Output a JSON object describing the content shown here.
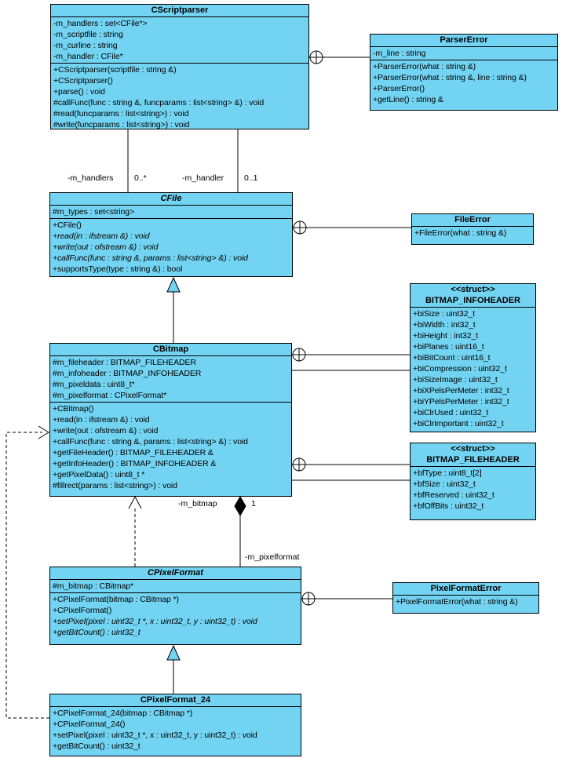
{
  "colors": {
    "box_fill": "#72D4F2",
    "line": "#000000",
    "background": "#FFFFFF"
  },
  "classes": {
    "cscriptparser": {
      "name": "CScriptparser",
      "attributes": [
        "-m_handlers : set<CFile*>",
        "-m_scriptfile : string",
        "-m_curline : string",
        "-m_handler : CFile*"
      ],
      "methods": [
        "+CScriptparser(scriptfile : string &)",
        "+CScriptparser()",
        "+parse() : void",
        "#callFunc(func : string &, funcparams : list<string> &) : void",
        "#read(funcparams : list<string>) : void",
        "#write(funcparams : list<string>) : void"
      ]
    },
    "parsererror": {
      "name": "ParserError",
      "attributes": [
        "-m_line : string"
      ],
      "methods": [
        "+ParserError(what : string &)",
        "+ParserError(what : string &, line : string &)",
        "+ParserError()",
        "+getLine() : string &"
      ]
    },
    "cfile": {
      "name": "CFile",
      "attributes": [
        "#m_types : set<string>"
      ],
      "methods": [
        "+CFile()",
        "+read(in : ifstream &) : void",
        "+write(out : ofstream &) : void",
        "+callFunc(func : string &, params : list<string> &) : void",
        "+supportsType(type : string &) : bool"
      ]
    },
    "fileerror": {
      "name": "FileError",
      "methods": [
        "+FileError(what : string &)"
      ]
    },
    "cbitmap": {
      "name": "CBitmap",
      "attributes": [
        "#m_fileheader : BITMAP_FILEHEADER",
        "#m_infoheader : BITMAP_INFOHEADER",
        "#m_pixeldata : uint8_t*",
        "#m_pixelformat : CPixelFormat*"
      ],
      "methods": [
        "+CBitmap()",
        "+read(in : ifstream &) : void",
        "+write(out : ofstream &) : void",
        "+callFunc(func : string &, params : list<string> &) : void",
        "+getFileHeader() : BITMAP_FILEHEADER &",
        "+getInfoHeader() : BITMAP_INFOHEADER &",
        "+getPixelData() : uint8_t *",
        "#fillrect(params : list<string>) : void"
      ]
    },
    "infoheader": {
      "stereotype": "<<struct>>",
      "name": "BITMAP_INFOHEADER",
      "attributes": [
        "+biSize : uint32_t",
        "+biWidth : int32_t",
        "+biHeight : int32_t",
        "+biPlanes : uint16_t",
        "+biBitCount : uint16_t",
        "+biCompression : uint32_t",
        "+biSizeImage : uint32_t",
        "+biXPelsPerMeter : int32_t",
        "+biYPelsPerMeter : int32_t",
        "+biClrUsed : uint32_t",
        "+biClrImportant : uint32_t"
      ]
    },
    "fileheader": {
      "stereotype": "<<struct>>",
      "name": "BITMAP_FILEHEADER",
      "attributes": [
        "+bfType : uint8_t[2]",
        "+bfSize : uint32_t",
        "+bfReserved : uint32_t",
        "+bfOffBits : uint32_t"
      ]
    },
    "cpixelformat": {
      "name": "CPixelFormat",
      "attributes": [
        "#m_bitmap : CBitmap*"
      ],
      "methods": [
        "+CPixelFormat(bitmap : CBitmap *)",
        "+CPixelFormat()",
        "+setPixel(pixel : uint32_t *, x : uint32_t, y : uint32_t) : void",
        "+getBitCount() : uint32_t"
      ]
    },
    "pixelformaterror": {
      "name": "PixelFormatError",
      "methods": [
        "+PixelFormatError(what : string &)"
      ]
    },
    "cpixelformat24": {
      "name": "CPixelFormat_24",
      "methods": [
        "+CPixelFormat_24(bitmap : CBitmap *)",
        "+CPixelFormat_24()",
        "+setPixel(pixel : uint32_t *, x : uint32_t, y : uint32_t) : void",
        "+getBitCount() : uint32_t"
      ]
    }
  },
  "edge_labels": {
    "handlers_role": "-m_handlers",
    "handlers_mult": "0..*",
    "handler_role": "-m_handler",
    "handler_mult": "0..1",
    "bitmap_role": "-m_bitmap",
    "bitmap_mult": "1",
    "pixelformat_role": "-m_pixelformat"
  }
}
